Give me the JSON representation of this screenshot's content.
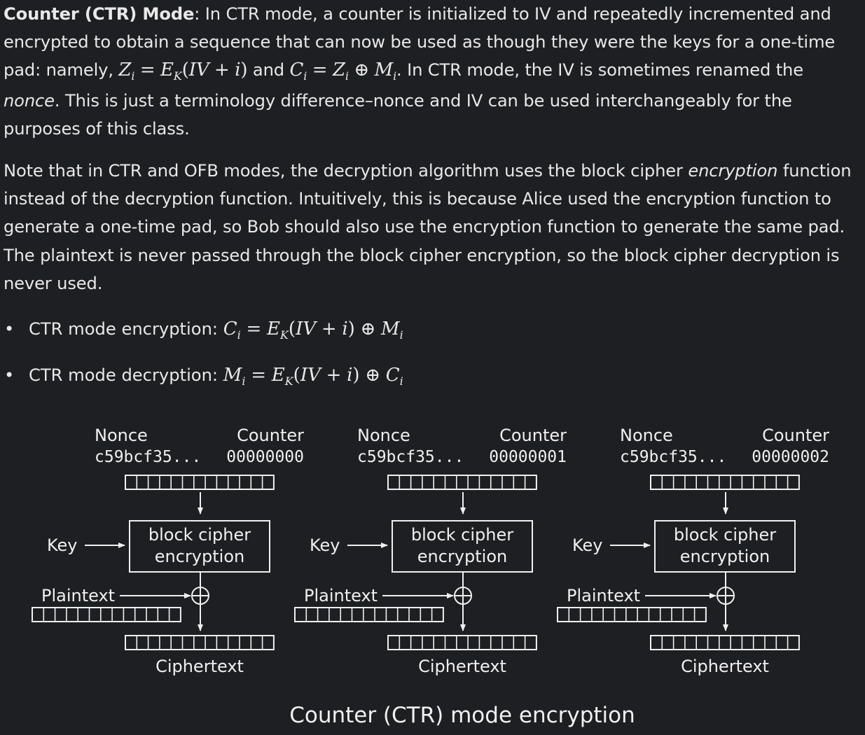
{
  "p1": {
    "bold": "Counter (CTR) Mode",
    "t1": ": In CTR mode, a counter is initialized to IV and repeatedly incremented and encrypted to obtain a sequence that can now be used as though they were the keys for a one-time pad: namely, ",
    "t2": " and ",
    "t3": ". In CTR mode, the IV is sometimes renamed the ",
    "em": "nonce",
    "t4": ". This is just a terminology difference–nonce and IV can be used interchangeably for the purposes of this class."
  },
  "p2": {
    "t1": "Note that in CTR and OFB modes, the decryption algorithm uses the block cipher ",
    "em": "encryption",
    "t2": " function instead of the decryption function. Intuitively, this is because Alice used the encryption function to generate a one-time pad, so Bob should also use the encryption function to generate the same pad. The plaintext is never passed through the block cipher encryption, so the block cipher decryption is never used."
  },
  "bullets": {
    "enc_label": "CTR mode encryption: ",
    "dec_label": "CTR mode decryption: "
  },
  "diagram": {
    "nonce_label": "Nonce",
    "counter_label": "Counter",
    "key_label": "Key",
    "block_line1": "block cipher",
    "block_line2": "encryption",
    "plaintext_label": "Plaintext",
    "ciphertext_label": "Ciphertext",
    "caption": "Counter (CTR) mode encryption",
    "units": [
      {
        "nonce": "c59bcf35...",
        "counter": "00000000"
      },
      {
        "nonce": "c59bcf35...",
        "counter": "00000001"
      },
      {
        "nonce": "c59bcf35...",
        "counter": "00000002"
      }
    ]
  }
}
